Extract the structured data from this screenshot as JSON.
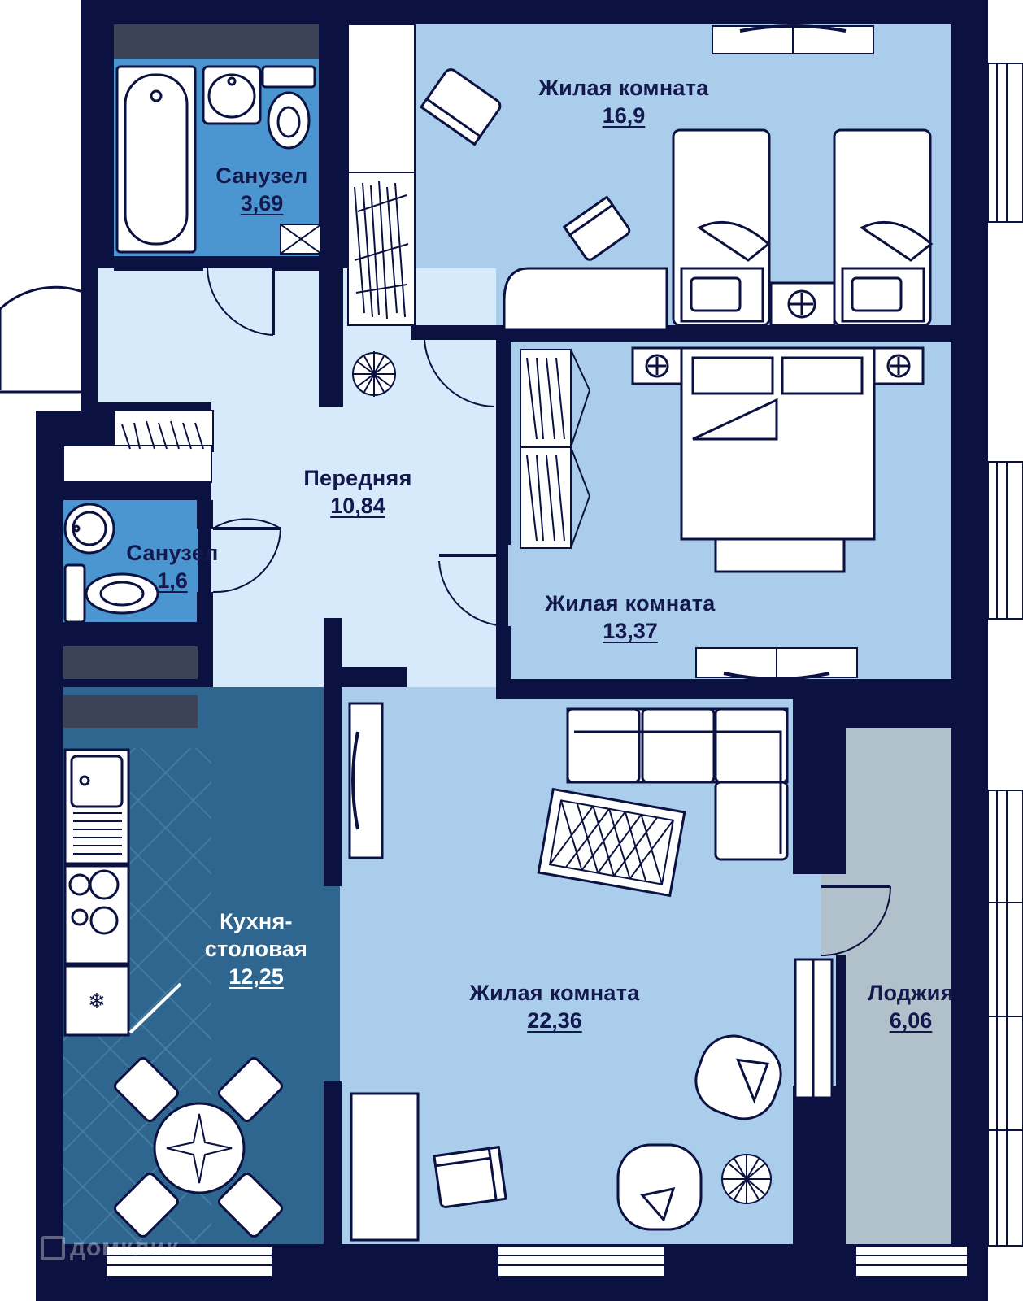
{
  "colors": {
    "wall": "#0b1140",
    "ink": "#13184d",
    "living": "#a9cdeb",
    "hall": "#d6eafb",
    "bath": "#4b95d0",
    "kitchen": "#2e6690",
    "loggia": "#b1c1cb",
    "furniture": "#ffffff"
  },
  "rooms": {
    "bath_big": {
      "name": "Санузел",
      "area": "3,69"
    },
    "living_top": {
      "name": "Жилая комната",
      "area": "16,9"
    },
    "hall": {
      "name": "Передняя",
      "area": "10,84"
    },
    "bath_small": {
      "name": "Санузел",
      "area": "1,6"
    },
    "living_mid": {
      "name": "Жилая комната",
      "area": "13,37"
    },
    "kitchen": {
      "name_line1": "Кухня-",
      "name_line2": "столовая",
      "area": "12,25"
    },
    "living_big": {
      "name": "Жилая комната",
      "area": "22,36"
    },
    "loggia": {
      "name": "Лоджия",
      "area": "6,06"
    }
  },
  "watermark": {
    "text": "домклик",
    "icon": "domclick-logo-icon"
  }
}
